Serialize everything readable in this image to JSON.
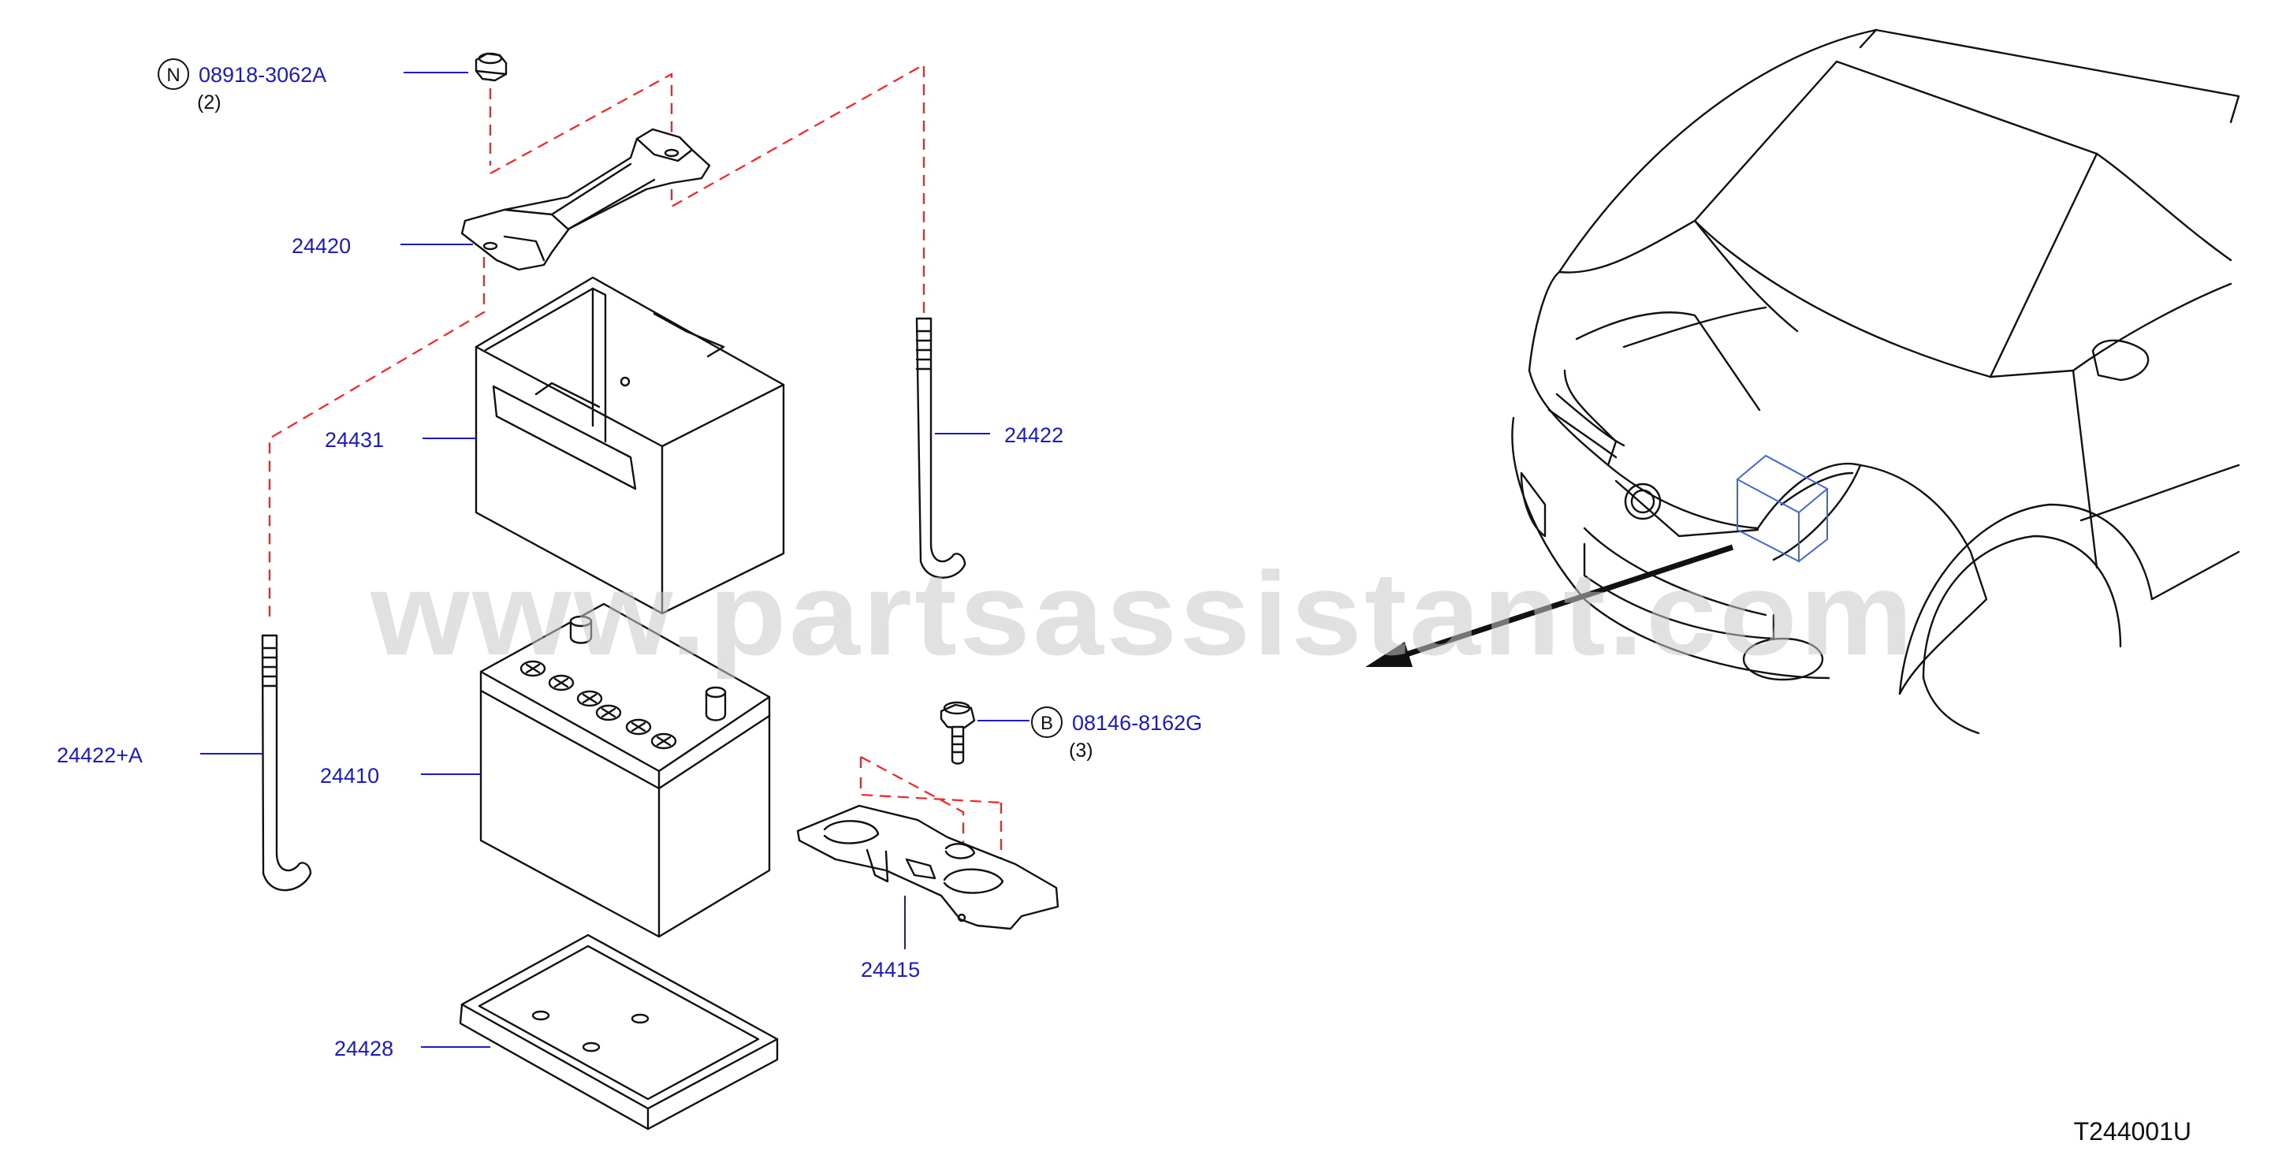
{
  "watermark": "www.partsassistant.com",
  "diagram_code": "T244001U",
  "callouts": {
    "nut": {
      "badge": "N",
      "part_no": "08918-3062A",
      "qty": "(2)"
    },
    "bolt": {
      "badge": "B",
      "part_no": "08146-8162G",
      "qty": "(3)"
    },
    "frame": "24420",
    "box": "24431",
    "rod_right": "24422",
    "rod_left": "24422+A",
    "battery": "24410",
    "bracket": "24415",
    "tray": "24428"
  },
  "colors": {
    "callout": "#1a1acc",
    "dashed_guides": "#ff2020",
    "location_marker": "#4466dd",
    "watermark": "#c9c9c9"
  }
}
